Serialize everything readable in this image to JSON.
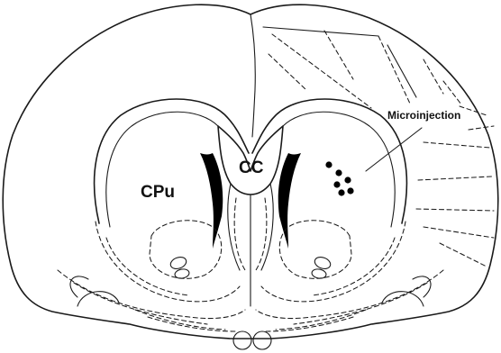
{
  "figure": {
    "labels": {
      "corpus_callosum": "CC",
      "caudate_putamen": "CPu",
      "injection_annotation": "Microinjection"
    },
    "microinjection_site_count": 6
  }
}
